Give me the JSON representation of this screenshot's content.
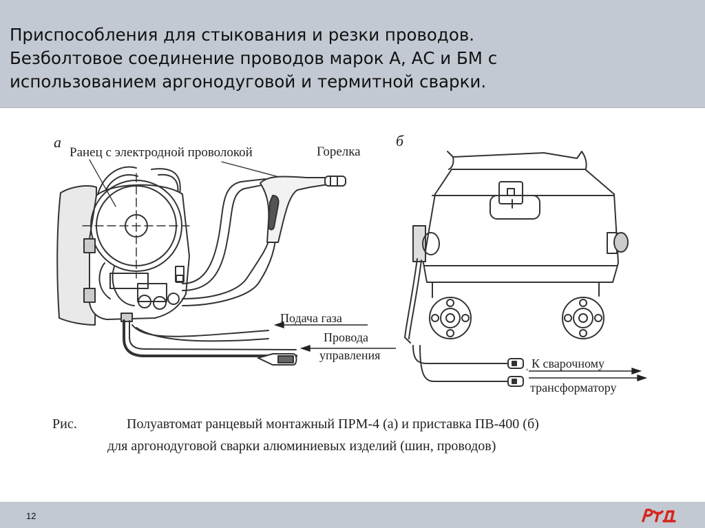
{
  "slide": {
    "title_lines": [
      "Приспособления для стыкования и резки проводов.",
      "Безболтовое соединение проводов марок А, АС и БМ с",
      "использованием аргонодуговой и термитной сварки."
    ],
    "page_number": "12",
    "logo_text": "РЖД"
  },
  "figure": {
    "label_a": "а",
    "label_b": "б",
    "label_backpack": "Ранец с электродной проволокой",
    "label_torch": "Горелка",
    "label_gas": "Подача газа",
    "label_control_1": "Провода",
    "label_control_2": "управления",
    "label_transformer_1": "К сварочному",
    "label_transformer_2": "трансформатору",
    "caption_prefix": "Рис.",
    "caption_line1": "Полуавтомат ранцевый монтажный ПРМ-4 (а) и приставка ПВ-400 (б)",
    "caption_line2": "для аргонодуговой сварки алюминиевых изделий (шин, проводов)"
  }
}
